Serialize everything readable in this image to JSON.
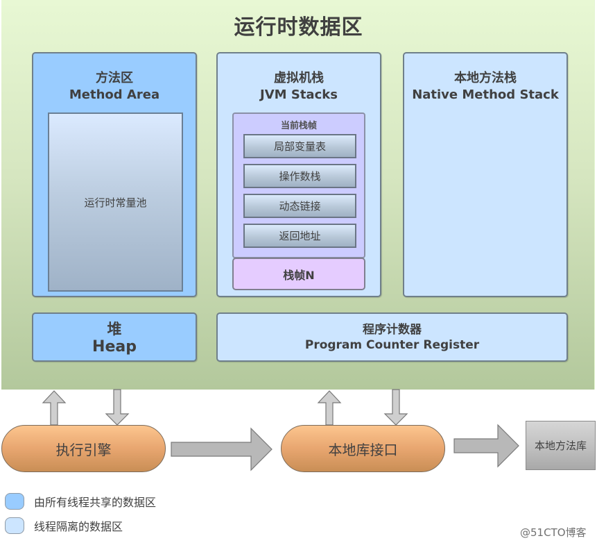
{
  "runtime_area": {
    "title": "运行时数据区",
    "method_area": {
      "title_cn": "方法区",
      "title_en": "Method Area",
      "constant_pool": "运行时常量池",
      "category": "shared"
    },
    "jvm_stacks": {
      "title_cn": "虚拟机栈",
      "title_en": "JVM Stacks",
      "category": "isolated",
      "current_frame": {
        "label": "当前栈帧",
        "items": [
          "局部变量表",
          "操作数栈",
          "动态链接",
          "返回地址"
        ]
      },
      "frame_n": "栈帧N"
    },
    "native_method_stack": {
      "title_cn": "本地方法栈",
      "title_en": "Native Method Stack",
      "category": "isolated"
    },
    "heap": {
      "title_cn": "堆",
      "title_en": "Heap",
      "category": "shared"
    },
    "pc_register": {
      "title_cn": "程序计数器",
      "title_en": "Program Counter Register",
      "category": "isolated"
    }
  },
  "bottom": {
    "execution_engine": "执行引擎",
    "native_interface": "本地库接口",
    "native_library": "本地方法库"
  },
  "legend": [
    {
      "label": "由所有线程共享的数据区",
      "color": "#99ccff"
    },
    {
      "label": "线程隔离的数据区",
      "color": "#cce5ff"
    }
  ],
  "colors": {
    "shared": "#99ccff",
    "isolated": "#cce5ff",
    "current_frame": "#ccccff",
    "frame_n": "#e5ccff",
    "engine": "#e8a670",
    "arrow": "#c8c8c8"
  },
  "watermark": "@51CTO博客"
}
